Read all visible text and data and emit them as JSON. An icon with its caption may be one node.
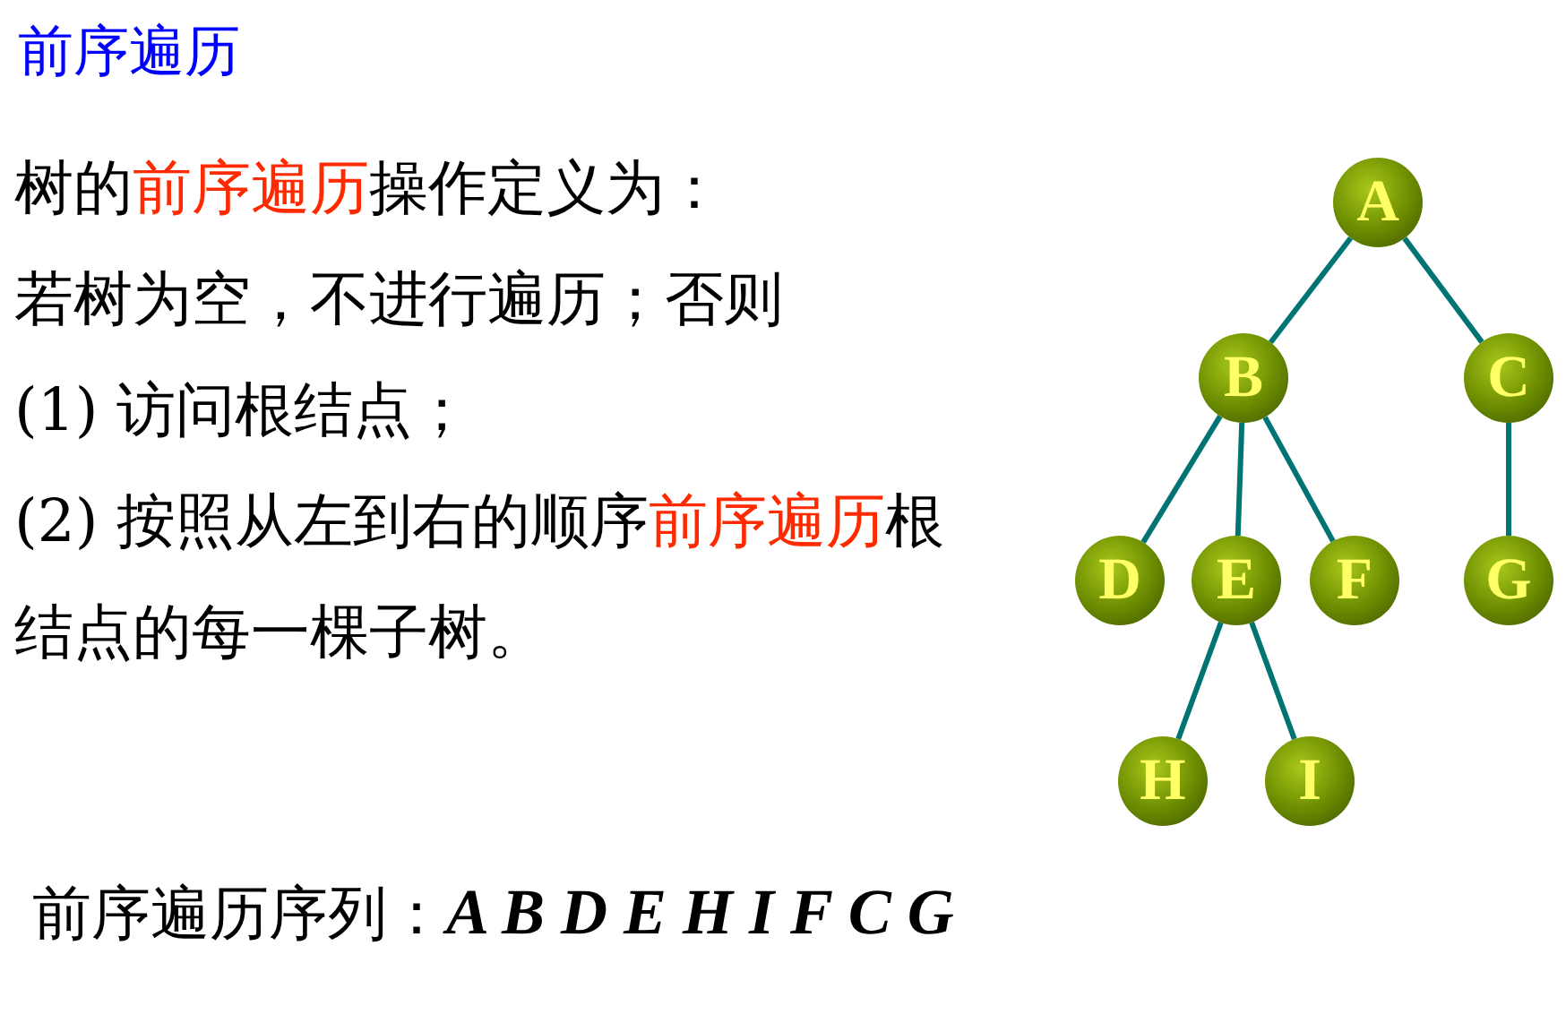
{
  "diagram": {
    "title": "前序遍历",
    "nodes": [
      {
        "text": [
          "A"
        ]
      },
      {
        "text": [
          "B"
        ]
      },
      {
        "text": [
          "C"
        ]
      },
      {
        "text": [
          "D"
        ]
      },
      {
        "text": [
          "E"
        ]
      },
      {
        "text": [
          "F"
        ]
      },
      {
        "text": [
          "G"
        ]
      },
      {
        "text": [
          "H"
        ]
      },
      {
        "text": [
          "I"
        ]
      }
    ],
    "edges": [
      {
        "from": 0,
        "to": 1,
        "arrow": "none"
      },
      {
        "from": 0,
        "to": 2,
        "arrow": "none"
      },
      {
        "from": 1,
        "to": 3,
        "arrow": "none"
      },
      {
        "from": 1,
        "to": 4,
        "arrow": "none"
      },
      {
        "from": 1,
        "to": 5,
        "arrow": "none"
      },
      {
        "from": 2,
        "to": 6,
        "arrow": "none"
      },
      {
        "from": 4,
        "to": 7,
        "arrow": "none"
      },
      {
        "from": 4,
        "to": 8,
        "arrow": "none"
      }
    ],
    "labels": [
      "树的",
      "前序遍历",
      "操作定义为：",
      "若树为空，不进行遍历；否则",
      "(1) 访问根结点；",
      "(2) 按照从左到右的顺序",
      "前序遍历",
      "根结点的每一棵子树。",
      "前序遍历序列：",
      "A B D E H I F C G"
    ]
  }
}
